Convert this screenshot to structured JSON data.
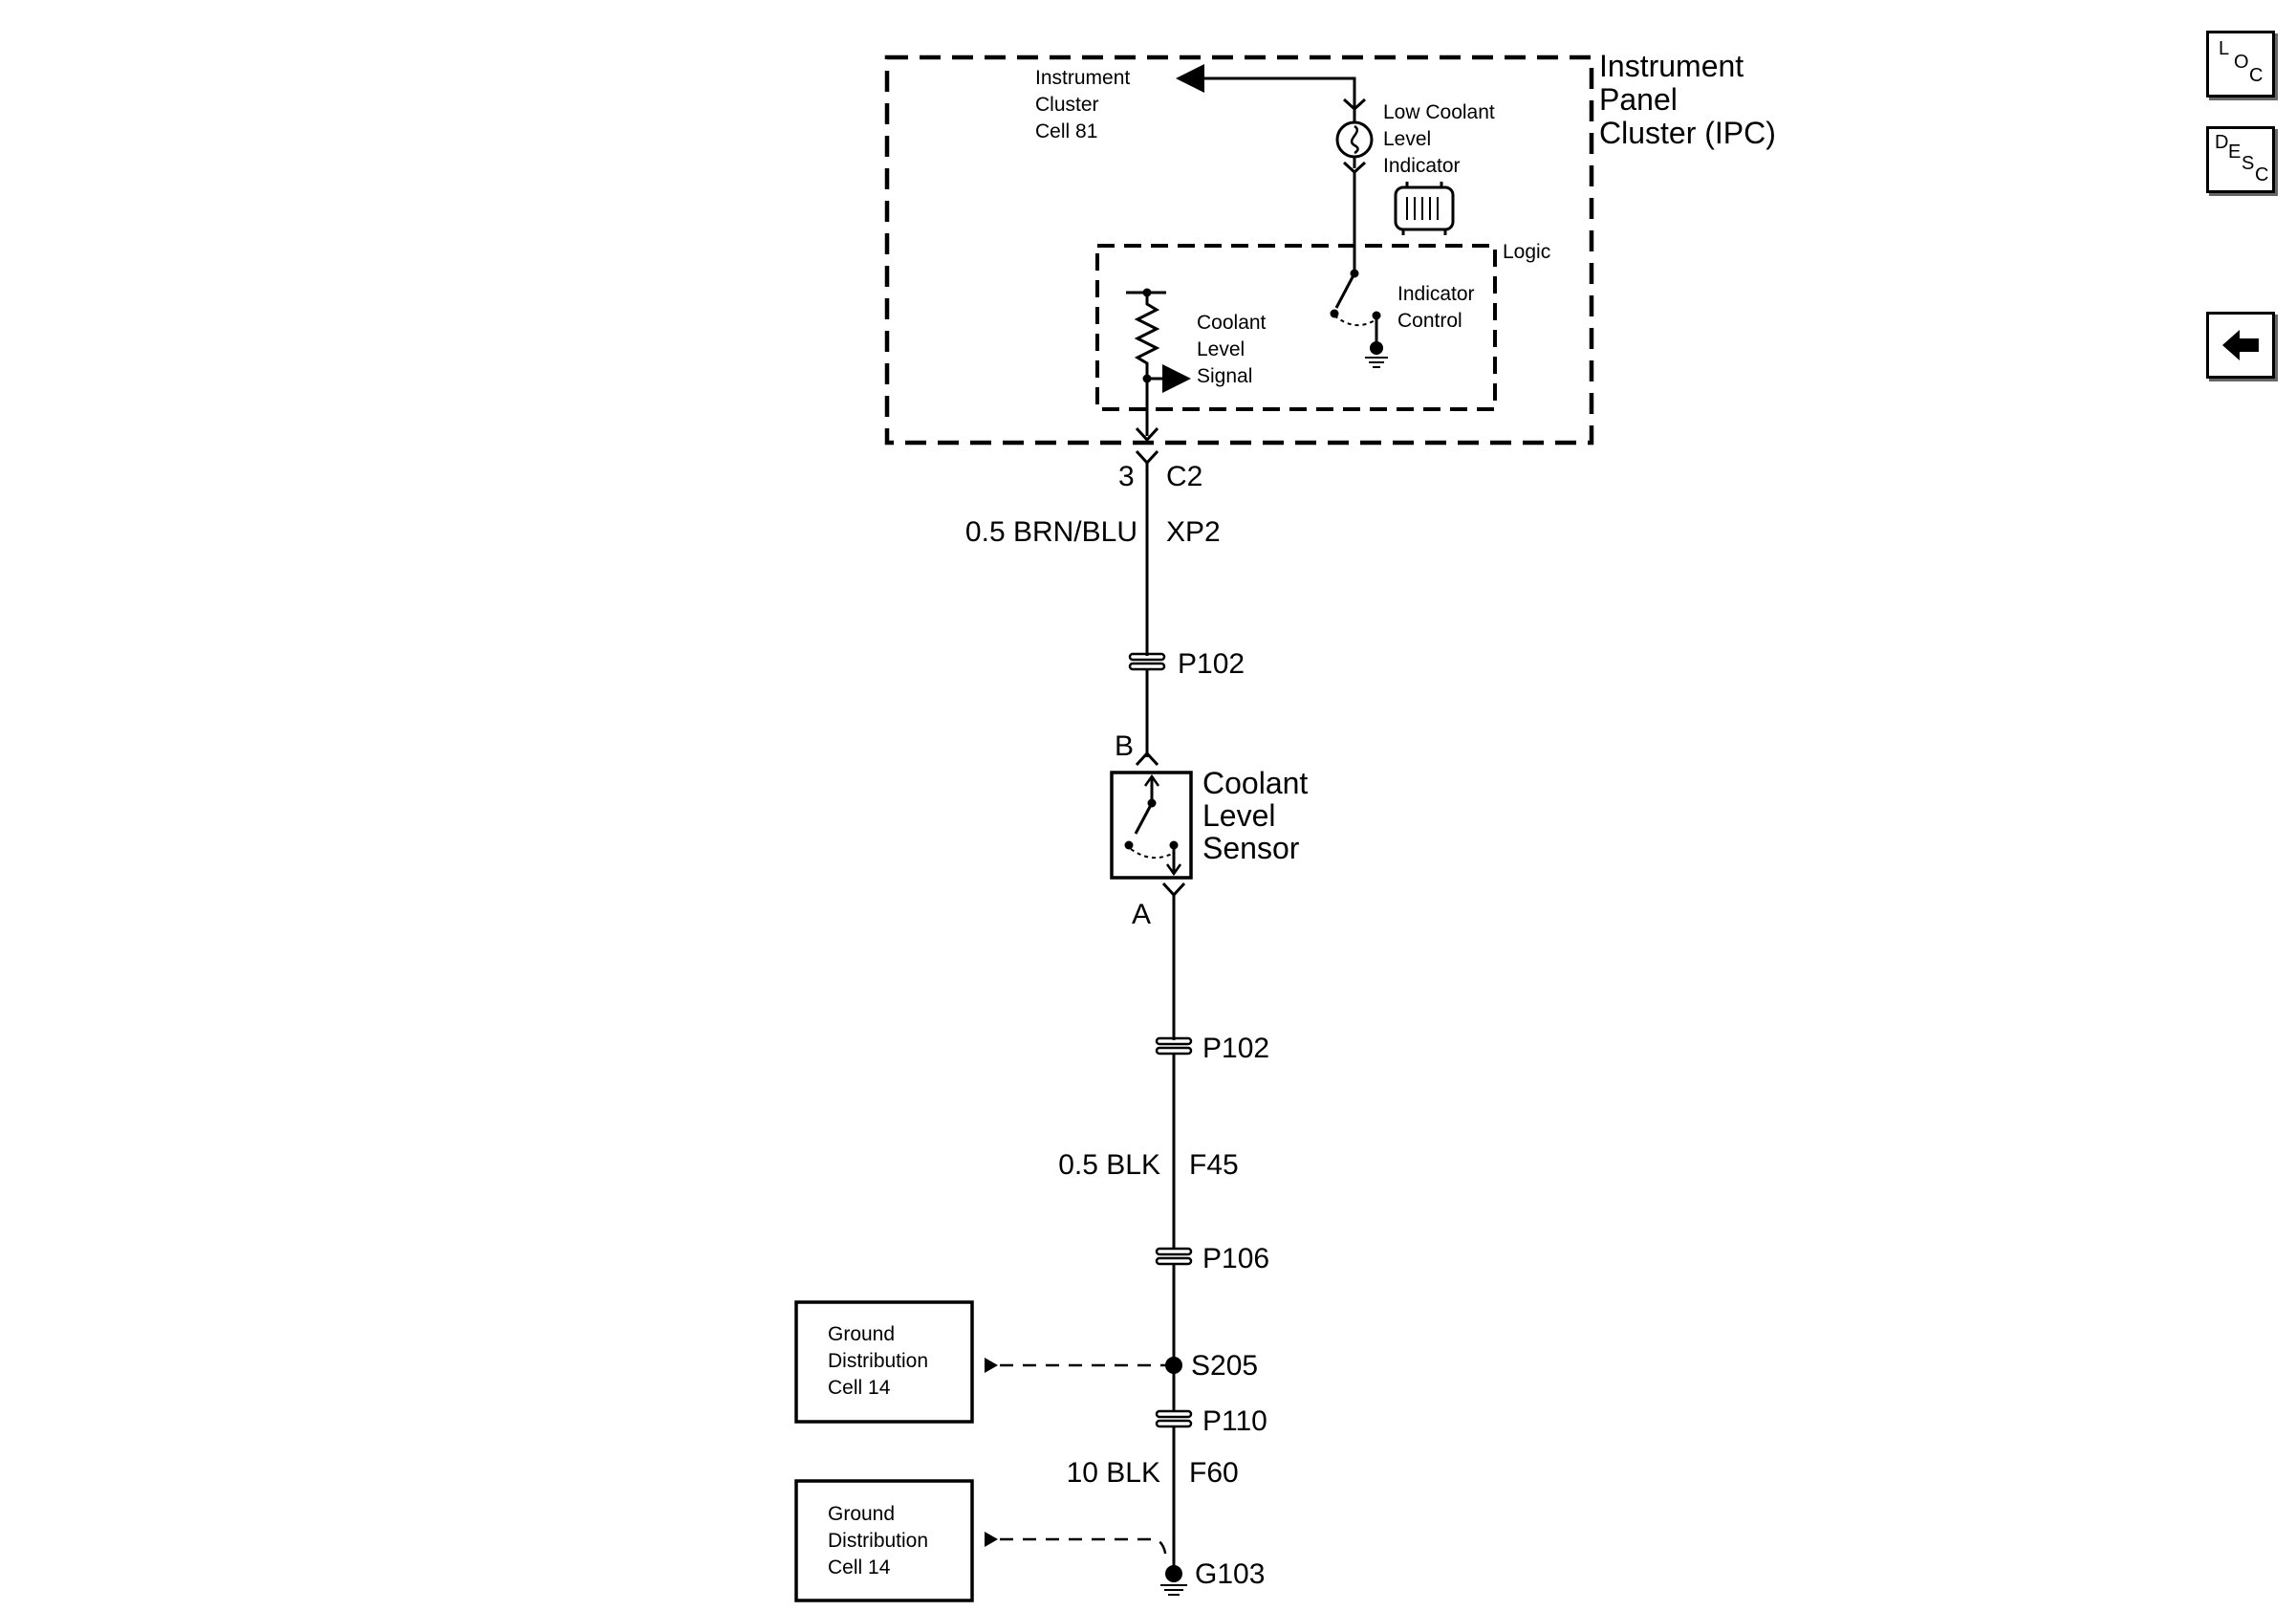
{
  "ipc": {
    "title_line1": "Instrument",
    "title_line2": "Panel",
    "title_line3": "Cluster (IPC)",
    "cell_ref_line1": "Instrument",
    "cell_ref_line2": "Cluster",
    "cell_ref_line3": "Cell 81",
    "indicator_line1": "Low Coolant",
    "indicator_line2": "Level",
    "indicator_line3": "Indicator",
    "logic_label": "Logic",
    "indicator_control_line1": "Indicator",
    "indicator_control_line2": "Control",
    "signal_line1": "Coolant",
    "signal_line2": "Level",
    "signal_line3": "Signal"
  },
  "circuit": {
    "pin_ipc": "3",
    "connector_ipc": "C2",
    "wire1": "0.5 BRN/BLU",
    "wire1_circuit": "XP2",
    "inline1": "P102",
    "pin_b": "B",
    "sensor_line1": "Coolant",
    "sensor_line2": "Level",
    "sensor_line3": "Sensor",
    "pin_a": "A",
    "inline2": "P102",
    "wire2": "0.5 BLK",
    "wire2_circuit": "F45",
    "inline3": "P106",
    "splice": "S205",
    "inline4": "P110",
    "wire3": "10 BLK",
    "wire3_circuit": "F60",
    "ground": "G103"
  },
  "ground_refs": [
    {
      "line1": "Ground",
      "line2": "Distribution",
      "line3": "Cell 14"
    },
    {
      "line1": "Ground",
      "line2": "Distribution",
      "line3": "Cell 14"
    }
  ],
  "nav": {
    "loc": {
      "l1": "L",
      "l2": "O",
      "l3": "C"
    },
    "desc": {
      "l1": "D",
      "l2": "E",
      "l3": "S",
      "l4": "C"
    }
  },
  "icons": {
    "loc": "loc-icon",
    "desc": "desc-icon",
    "back": "back-arrow-icon",
    "indicator_bulb": "bulb-icon",
    "cluster": "instrument-cluster-icon"
  }
}
